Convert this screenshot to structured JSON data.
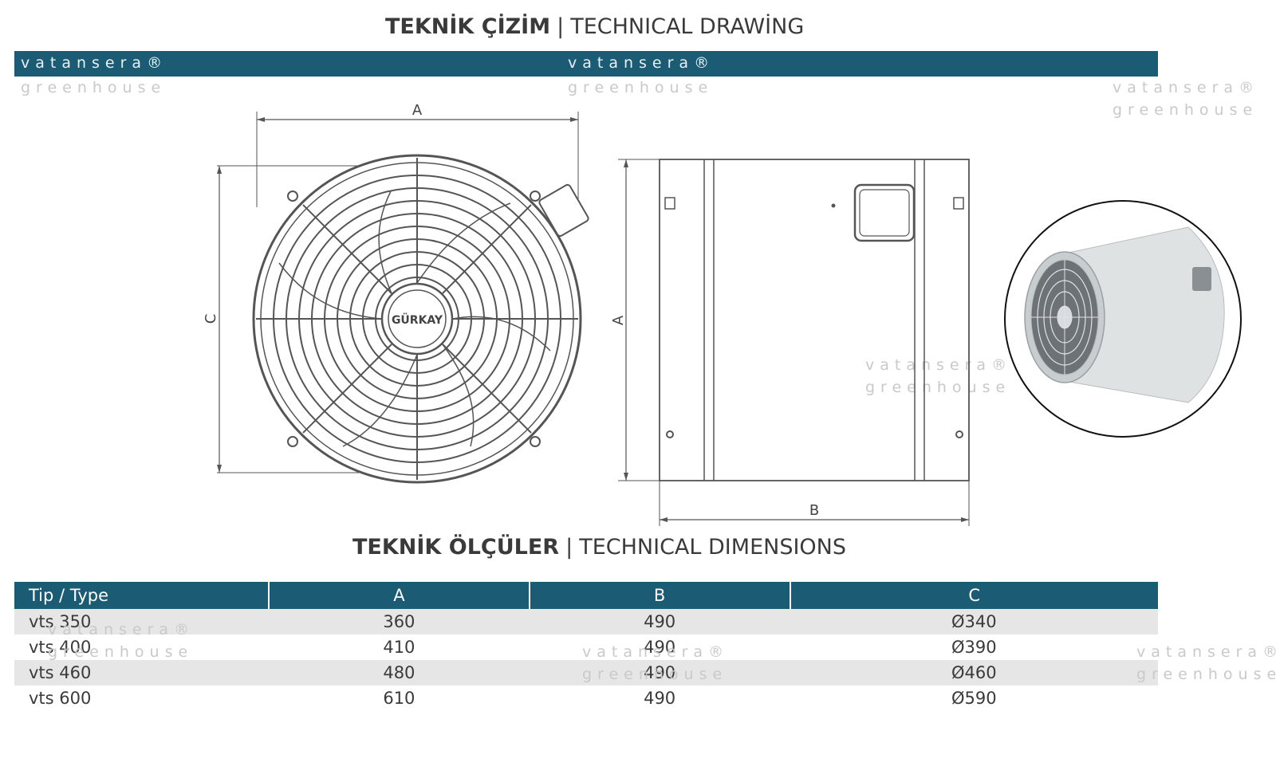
{
  "drawing_heading": {
    "bold": "TEKNİK ÇİZİM",
    "separator": "|",
    "regular": "TECHNICAL DRAWİNG"
  },
  "dimensions_heading": {
    "bold": "TEKNİK ÖLÇÜLER",
    "separator": "|",
    "regular": "TECHNICAL DIMENSIONS"
  },
  "watermark": {
    "brand": "vatansera®",
    "sub": "greenhouse"
  },
  "drawing_labels": {
    "front_width": "A",
    "front_height": "C",
    "side_height": "A",
    "side_length": "B"
  },
  "fan_brand": "GÜRKAY",
  "table": {
    "headers": [
      "Tip / Type",
      "A",
      "B",
      "C"
    ],
    "rows": [
      [
        "vts 350",
        "360",
        "490",
        "Ø340"
      ],
      [
        "vts 400",
        "410",
        "490",
        "Ø390"
      ],
      [
        "vts 460",
        "480",
        "490",
        "Ø460"
      ],
      [
        "vts 600",
        "610",
        "490",
        "Ø590"
      ]
    ]
  },
  "colors": {
    "bar": "#1b5b74",
    "row_shade": "#e6e6e6",
    "line": "#555555"
  }
}
